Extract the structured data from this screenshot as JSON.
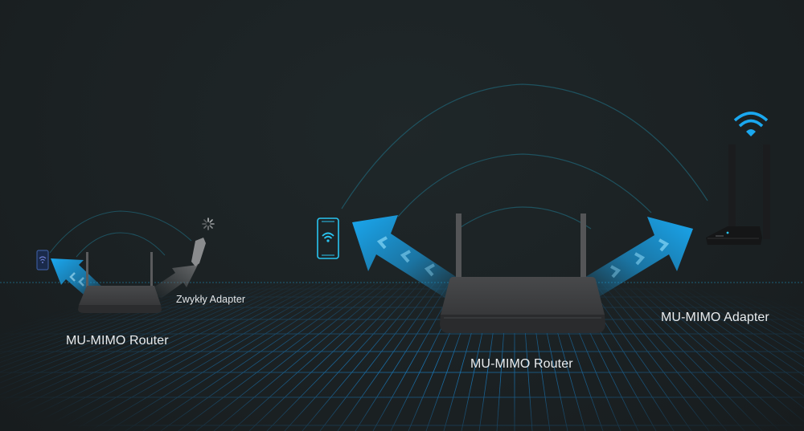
{
  "scene": {
    "title": "MU-MIMO vs standard adapter comparison",
    "colors": {
      "background": "#1c2224",
      "accent_blue": "#1aa8f0",
      "accent_cyan": "#29c4f0",
      "grid_line": "#1a6fa8",
      "router_body": "#3a3b3d",
      "inactive_gray": "#6a6c6e",
      "label_text": "#e9ecee"
    }
  },
  "left_panel": {
    "router_label": "MU-MIMO Router",
    "adapter_label": "Zwykły Adapter",
    "adapter_status_icon": "loading-spinner-icon",
    "device_icon": "smartphone-wifi-icon"
  },
  "right_panel": {
    "router_label": "MU-MIMO Router",
    "adapter_label": "MU-MIMO Adapter",
    "adapter_status_icon": "wifi-signal-icon",
    "device_icon": "smartphone-wifi-icon"
  }
}
